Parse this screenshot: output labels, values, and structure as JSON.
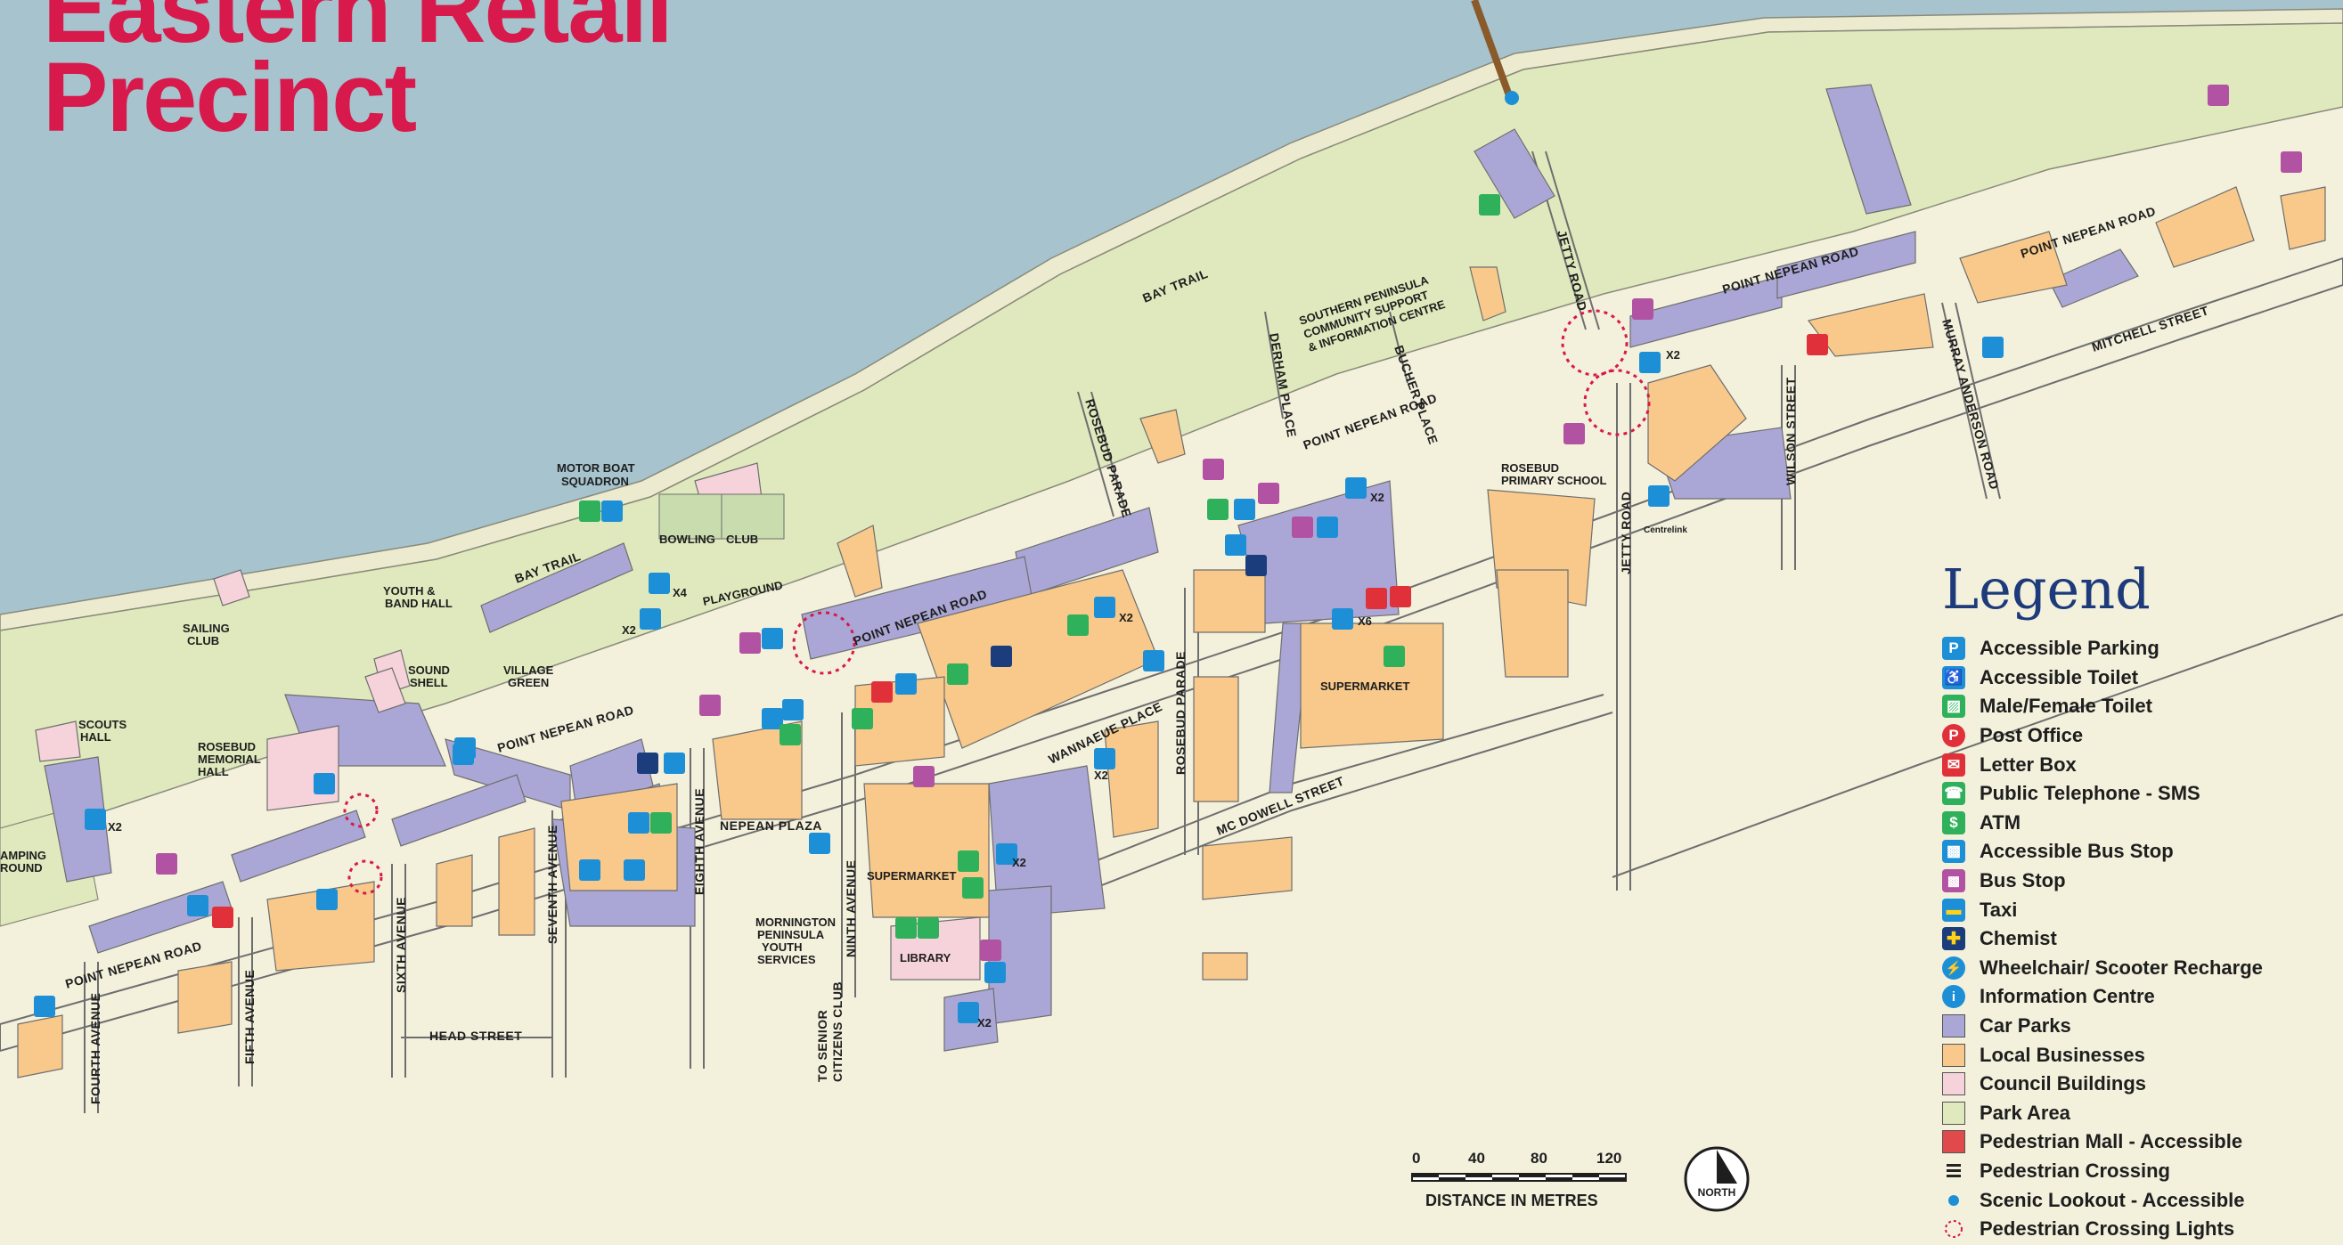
{
  "title": {
    "line1": "Eastern Retail",
    "line2": "Precinct"
  },
  "colors": {
    "water": "#a6c3ce",
    "beach": "#ecebcf",
    "park": "#dfe9bd",
    "land": "#f3f0dc",
    "car_park": "#aaa7d6",
    "business": "#f8c98a",
    "council": "#f6d3da",
    "road_edge": "#6e6e6e",
    "title": "#d8194b",
    "legend_title": "#1d3a7a",
    "crossing_lights": "#d8194b"
  },
  "roads": {
    "point_nepean_road": "POINT NEPEAN ROAD",
    "bay_trail": "BAY TRAIL",
    "rosebud_parade": "ROSEBUD PARADE",
    "derham_place": "DERHAM PLACE",
    "bucher_place": "BUCHER PLACE",
    "jetty_road": "JETTY ROAD",
    "wilson_street": "WILSON STREET",
    "murray_anderson_road": "MURRAY ANDERSON ROAD",
    "mitchell_street": "MITCHELL STREET",
    "mc_dowell_street": "MC DOWELL STREET",
    "wannaeue_place": "WANNAEUE PLACE",
    "ninth_avenue": "NINTH AVENUE",
    "eighth_avenue": "EIGHTH AVENUE",
    "seventh_avenue": "SEVENTH AVENUE",
    "sixth_avenue": "SIXTH AVENUE",
    "fifth_avenue": "FIFTH AVENUE",
    "fourth_avenue": "FOURTH AVENUE",
    "head_street": "HEAD STREET",
    "nepean_plaza": "NEPEAN PLAZA",
    "to_senior_line1": "TO SENIOR",
    "to_senior_line2": "CITIZENS CLUB"
  },
  "places": {
    "southern_peninsula_1": "SOUTHERN PENINSULA",
    "southern_peninsula_2": "COMMUNITY SUPPORT",
    "southern_peninsula_3": "& INFORMATION CENTRE",
    "motor_boat_1": "MOTOR BOAT",
    "motor_boat_2": "SQUADRON",
    "bowling": "BOWLING",
    "club": "CLUB",
    "playground": "PLAYGROUND",
    "youth_band_1": "YOUTH &",
    "youth_band_2": "BAND HALL",
    "sailing_1": "SAILING",
    "sailing_2": "CLUB",
    "sound_shell_1": "SOUND",
    "sound_shell_2": "SHELL",
    "village_green_1": "VILLAGE",
    "village_green_2": "GREEN",
    "scouts_1": "SCOUTS",
    "scouts_2": "HALL",
    "memorial_1": "ROSEBUD",
    "memorial_2": "MEMORIAL",
    "memorial_3": "HALL",
    "camping_1": "AMPING",
    "camping_2": "ROUND",
    "rosebud_primary_1": "ROSEBUD",
    "rosebud_primary_2": "PRIMARY SCHOOL",
    "supermarket_east": "SUPERMARKET",
    "supermarket_west": "SUPERMARKET",
    "library": "LIBRARY",
    "mornington_1": "MORNINGTON",
    "mornington_2": "PENINSULA",
    "mornington_3": "YOUTH",
    "mornington_4": "SERVICES",
    "centrelink": "Centrelink"
  },
  "counts": {
    "x2_a": "X2",
    "x2_b": "X2",
    "x2_c": "X2",
    "x2_d": "X2",
    "x2_e": "X2",
    "x2_f": "X2",
    "x2_g": "X2",
    "x2_h": "X2",
    "x4": "X4",
    "x6": "X6"
  },
  "legend": {
    "title": "Legend",
    "items": [
      {
        "label": "Accessible Parking",
        "icon": "accessible-parking-icon"
      },
      {
        "label": "Accessible Toilet",
        "icon": "accessible-toilet-icon"
      },
      {
        "label": "Male/Female Toilet",
        "icon": "male-female-toilet-icon"
      },
      {
        "label": "Post Office",
        "icon": "post-office-icon"
      },
      {
        "label": "Letter Box",
        "icon": "letter-box-icon"
      },
      {
        "label": "Public Telephone - SMS",
        "icon": "public-telephone-icon"
      },
      {
        "label": "ATM",
        "icon": "atm-icon"
      },
      {
        "label": "Accessible Bus Stop",
        "icon": "accessible-bus-stop-icon"
      },
      {
        "label": "Bus Stop",
        "icon": "bus-stop-icon"
      },
      {
        "label": "Taxi",
        "icon": "taxi-icon"
      },
      {
        "label": "Chemist",
        "icon": "chemist-icon"
      },
      {
        "label": "Wheelchair/ Scooter Recharge",
        "icon": "wheelchair-recharge-icon"
      },
      {
        "label": "Information Centre",
        "icon": "information-centre-icon"
      },
      {
        "label": "Car Parks",
        "icon": "car-park-swatch"
      },
      {
        "label": "Local Businesses",
        "icon": "local-business-swatch"
      },
      {
        "label": "Council Buildings",
        "icon": "council-building-swatch"
      },
      {
        "label": "Park Area",
        "icon": "park-area-swatch"
      },
      {
        "label": "Pedestrian Mall - Accessible",
        "icon": "pedestrian-mall-swatch"
      },
      {
        "label": "Pedestrian Crossing",
        "icon": "pedestrian-crossing-icon"
      },
      {
        "label": "Scenic Lookout - Accessible",
        "icon": "scenic-lookout-icon"
      },
      {
        "label": "Pedestrian Crossing Lights",
        "icon": "pedestrian-crossing-lights-icon"
      }
    ]
  },
  "scale": {
    "ticks": [
      "0",
      "40",
      "80",
      "120"
    ],
    "label": "DISTANCE IN METRES"
  },
  "north": {
    "label": "NORTH"
  }
}
